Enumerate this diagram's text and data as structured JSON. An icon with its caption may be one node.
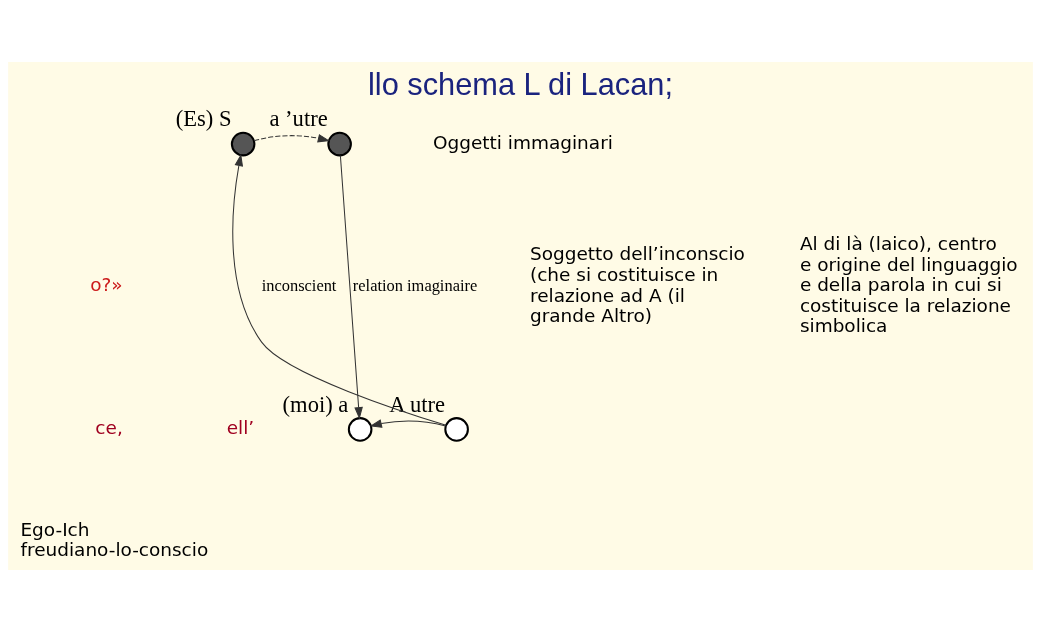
{
  "diagram": {
    "title": "llo schema L di Lacan;",
    "nodes": [
      {
        "text": [],
        "shape": "circle",
        "beside": [
          "(Es) S"
        ]
      },
      {
        "text": [],
        "shape": "circle",
        "beside": [
          "a",
          "’utre"
        ]
      },
      {
        "text": [],
        "shape": "circle",
        "beside": [
          "(moi) a"
        ]
      },
      {
        "text": [],
        "shape": "circle",
        "beside": [
          "A",
          "utre"
        ]
      }
    ],
    "edges": [
      {
        "from": 0,
        "to": 1,
        "arrow": "to",
        "style": "dashed"
      },
      {
        "from": 1,
        "to": 2,
        "arrow": "to",
        "label": "relation imaginaire"
      },
      {
        "from": 3,
        "to": 2,
        "arrow": "to"
      },
      {
        "from": 3,
        "to": 0,
        "arrow": "to",
        "label": "inconscient"
      }
    ],
    "labels": [
      "Oggetti immaginari",
      "o?»",
      "Soggetto dell’inconscio (che si costituisce in relazione ad A (il grande Altro)",
      "Al di là (laico), centro e origine del linguaggio e della parola in cui si costituisce la relazione simbolica",
      "ce,",
      "ell’",
      "Ego-Ich freudiano-lo-conscio"
    ]
  }
}
